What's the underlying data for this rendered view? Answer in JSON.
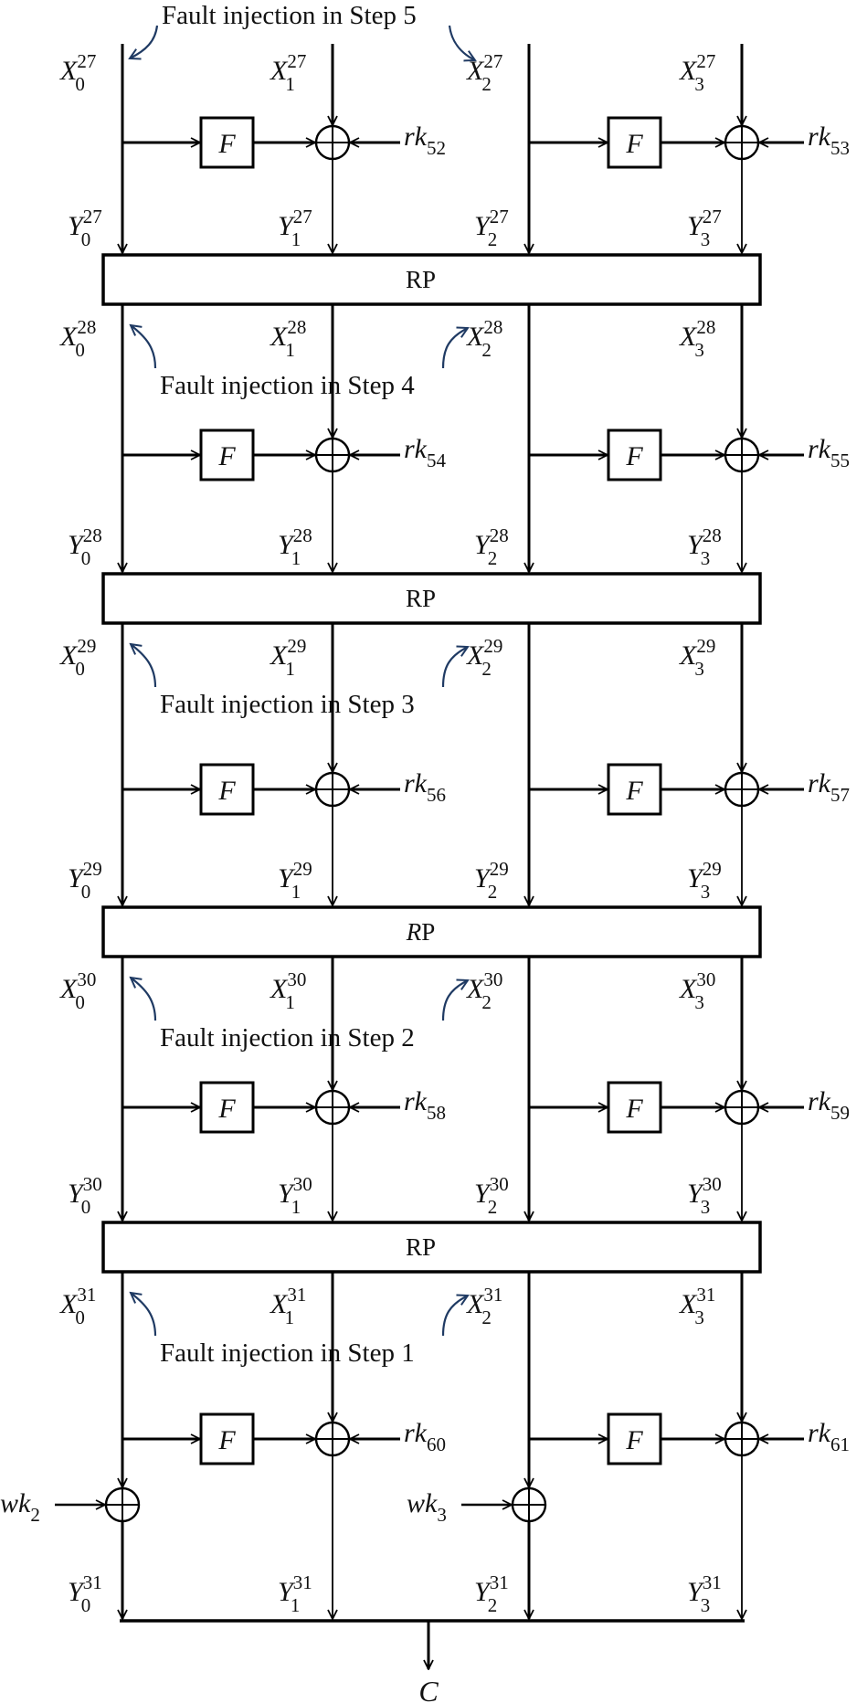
{
  "figure": {
    "description": "Last five rounds of a 4-branch generalized Feistel cipher with fault injection steps",
    "colors": {
      "line": "#000000",
      "annotation_arrow": "#1f3a63",
      "text": "#111111"
    },
    "function_label": "F",
    "rounds": [
      {
        "round": 27,
        "inputs": [
          {
            "base": "X",
            "sub": "0",
            "sup": "27"
          },
          {
            "base": "X",
            "sub": "1",
            "sup": "27"
          },
          {
            "base": "X",
            "sub": "2",
            "sup": "27"
          },
          {
            "base": "X",
            "sub": "3",
            "sup": "27"
          }
        ],
        "outputs": [
          {
            "base": "Y",
            "sub": "0",
            "sup": "27"
          },
          {
            "base": "Y",
            "sub": "1",
            "sup": "27"
          },
          {
            "base": "Y",
            "sub": "2",
            "sup": "27"
          },
          {
            "base": "Y",
            "sub": "3",
            "sup": "27"
          }
        ],
        "round_keys": [
          {
            "base": "rk",
            "sub": "52"
          },
          {
            "base": "rk",
            "sub": "53"
          }
        ],
        "fault": {
          "text": "Fault injection in Step 5",
          "targets": [
            "X0",
            "X2"
          ]
        },
        "permutation": {
          "label_prefix": "",
          "label": "RP",
          "italic_r": false
        }
      },
      {
        "round": 28,
        "inputs": [
          {
            "base": "X",
            "sub": "0",
            "sup": "28"
          },
          {
            "base": "X",
            "sub": "1",
            "sup": "28"
          },
          {
            "base": "X",
            "sub": "2",
            "sup": "28"
          },
          {
            "base": "X",
            "sub": "3",
            "sup": "28"
          }
        ],
        "outputs": [
          {
            "base": "Y",
            "sub": "0",
            "sup": "28"
          },
          {
            "base": "Y",
            "sub": "1",
            "sup": "28"
          },
          {
            "base": "Y",
            "sub": "2",
            "sup": "28"
          },
          {
            "base": "Y",
            "sub": "3",
            "sup": "28"
          }
        ],
        "round_keys": [
          {
            "base": "rk",
            "sub": "54"
          },
          {
            "base": "rk",
            "sub": "55"
          }
        ],
        "fault": {
          "text": "Fault injection in Step 4",
          "targets": [
            "X0",
            "X2"
          ]
        },
        "permutation": {
          "label": "RP",
          "italic_r": false
        }
      },
      {
        "round": 29,
        "inputs": [
          {
            "base": "X",
            "sub": "0",
            "sup": "29"
          },
          {
            "base": "X",
            "sub": "1",
            "sup": "29"
          },
          {
            "base": "X",
            "sub": "2",
            "sup": "29"
          },
          {
            "base": "X",
            "sub": "3",
            "sup": "29"
          }
        ],
        "outputs": [
          {
            "base": "Y",
            "sub": "0",
            "sup": "29"
          },
          {
            "base": "Y",
            "sub": "1",
            "sup": "29"
          },
          {
            "base": "Y",
            "sub": "2",
            "sup": "29"
          },
          {
            "base": "Y",
            "sub": "3",
            "sup": "29"
          }
        ],
        "round_keys": [
          {
            "base": "rk",
            "sub": "56"
          },
          {
            "base": "rk",
            "sub": "57"
          }
        ],
        "fault": {
          "text": "Fault injection in Step 3",
          "targets": [
            "X0",
            "X2"
          ]
        },
        "permutation": {
          "label": "RP",
          "italic_r": true
        }
      },
      {
        "round": 30,
        "inputs": [
          {
            "base": "X",
            "sub": "0",
            "sup": "30"
          },
          {
            "base": "X",
            "sub": "1",
            "sup": "30"
          },
          {
            "base": "X",
            "sub": "2",
            "sup": "30"
          },
          {
            "base": "X",
            "sub": "3",
            "sup": "30"
          }
        ],
        "outputs": [
          {
            "base": "Y",
            "sub": "0",
            "sup": "30"
          },
          {
            "base": "Y",
            "sub": "1",
            "sup": "30"
          },
          {
            "base": "Y",
            "sub": "2",
            "sup": "30"
          },
          {
            "base": "Y",
            "sub": "3",
            "sup": "30"
          }
        ],
        "round_keys": [
          {
            "base": "rk",
            "sub": "58"
          },
          {
            "base": "rk",
            "sub": "59"
          }
        ],
        "fault": {
          "text": "Fault injection in Step 2",
          "targets": [
            "X0",
            "X2"
          ]
        },
        "permutation": {
          "label": "RP",
          "italic_r": false
        }
      },
      {
        "round": 31,
        "inputs": [
          {
            "base": "X",
            "sub": "0",
            "sup": "31"
          },
          {
            "base": "X",
            "sub": "1",
            "sup": "31"
          },
          {
            "base": "X",
            "sub": "2",
            "sup": "31"
          },
          {
            "base": "X",
            "sub": "3",
            "sup": "31"
          }
        ],
        "outputs": [
          {
            "base": "Y",
            "sub": "0",
            "sup": "31"
          },
          {
            "base": "Y",
            "sub": "1",
            "sup": "31"
          },
          {
            "base": "Y",
            "sub": "2",
            "sup": "31"
          },
          {
            "base": "Y",
            "sub": "3",
            "sup": "31"
          }
        ],
        "round_keys": [
          {
            "base": "rk",
            "sub": "60"
          },
          {
            "base": "rk",
            "sub": "61"
          }
        ],
        "fault": {
          "text": "Fault injection in Step 1",
          "targets": [
            "X0",
            "X2"
          ]
        },
        "permutation": null
      }
    ],
    "whitening_keys": [
      {
        "base": "wk",
        "sub": "2"
      },
      {
        "base": "wk",
        "sub": "3"
      }
    ],
    "output_label": "C"
  }
}
